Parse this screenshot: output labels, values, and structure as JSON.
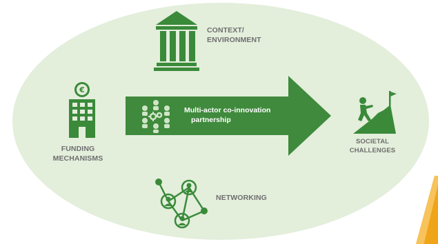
{
  "colors": {
    "background_ellipse": "#e3eedb",
    "icon_green": "#3a8a3a",
    "arrow_green": "#3f8a3c",
    "label_gray": "#6e6e6e",
    "corner_accent": "#f0a419"
  },
  "context": {
    "line1": "CONTEXT/",
    "line2": "ENVIRONMENT",
    "icon": "bank-building-icon"
  },
  "funding": {
    "line1": "FUNDING",
    "line2": "MECHANISMS",
    "icon": "euro-building-icon"
  },
  "arrow": {
    "line1": "Multi-actor co-innovation",
    "line2": "partnership",
    "icon": "people-gears-icon"
  },
  "societal": {
    "line1": "SOCIETAL",
    "line2": "CHALLENGES",
    "icon": "climber-flag-icon"
  },
  "networking": {
    "label": "NETWORKING",
    "icon": "network-people-icon"
  }
}
